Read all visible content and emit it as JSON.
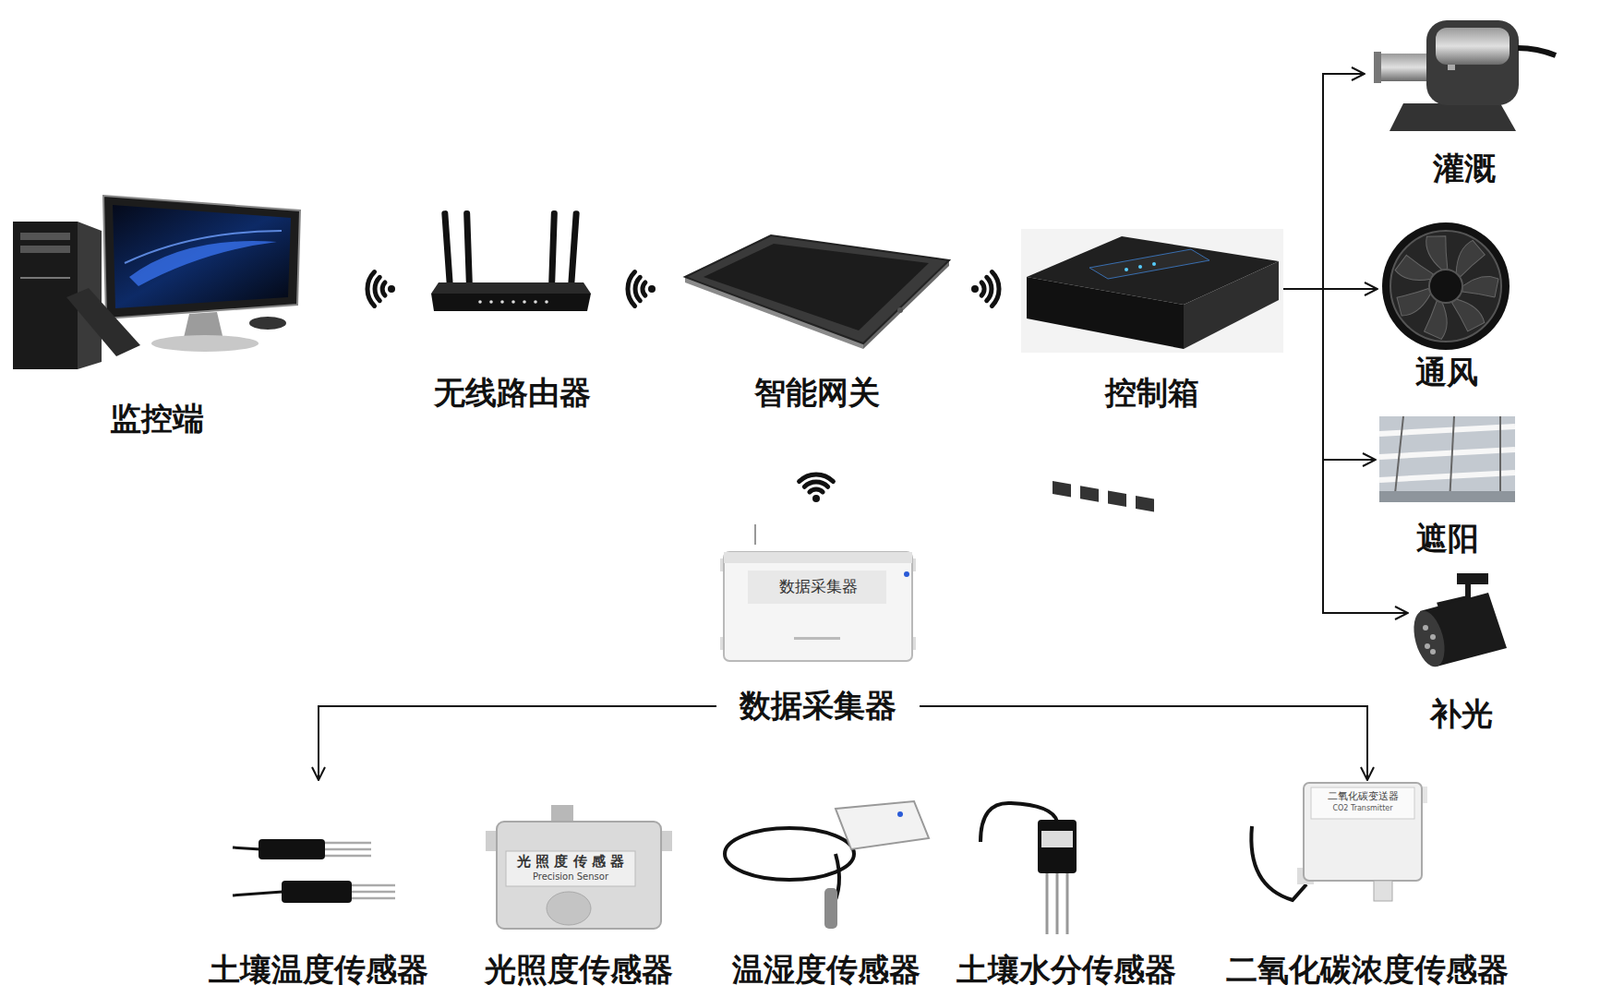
{
  "diagram": {
    "nodes": [
      {
        "text": [
          "监控端"
        ]
      },
      {
        "text": [
          "无线路由器"
        ]
      },
      {
        "text": [
          "智能网关"
        ]
      },
      {
        "text": [
          "控制箱"
        ]
      },
      {
        "text": [
          "灌溉"
        ]
      },
      {
        "text": [
          "通风"
        ]
      },
      {
        "text": [
          "遮阳"
        ]
      },
      {
        "text": [
          "补光"
        ]
      },
      {
        "text": [
          "数据采集器",
          "数据采集器"
        ]
      },
      {
        "text": [
          "土壤温度传感器"
        ]
      },
      {
        "text": [
          "光照度传感器"
        ]
      },
      {
        "text": [
          "温湿度传感器"
        ]
      },
      {
        "text": [
          "土壤水分传感器"
        ]
      },
      {
        "text": [
          "二氧化碳浓度传感器"
        ]
      }
    ],
    "edges": [
      {
        "from": 3,
        "to": 4,
        "arrow": "to"
      },
      {
        "from": 3,
        "to": 5,
        "arrow": "to"
      },
      {
        "from": 3,
        "to": 6,
        "arrow": "to"
      },
      {
        "from": 3,
        "to": 7,
        "arrow": "to"
      },
      {
        "from": 8,
        "to": 9,
        "arrow": "to"
      },
      {
        "from": 8,
        "to": 13,
        "arrow": "to"
      }
    ],
    "labels": [
      "光 照 度 传 感 器",
      "Precision Sensor",
      "二氧化碳变送器",
      "CO2 Transmitter"
    ]
  }
}
